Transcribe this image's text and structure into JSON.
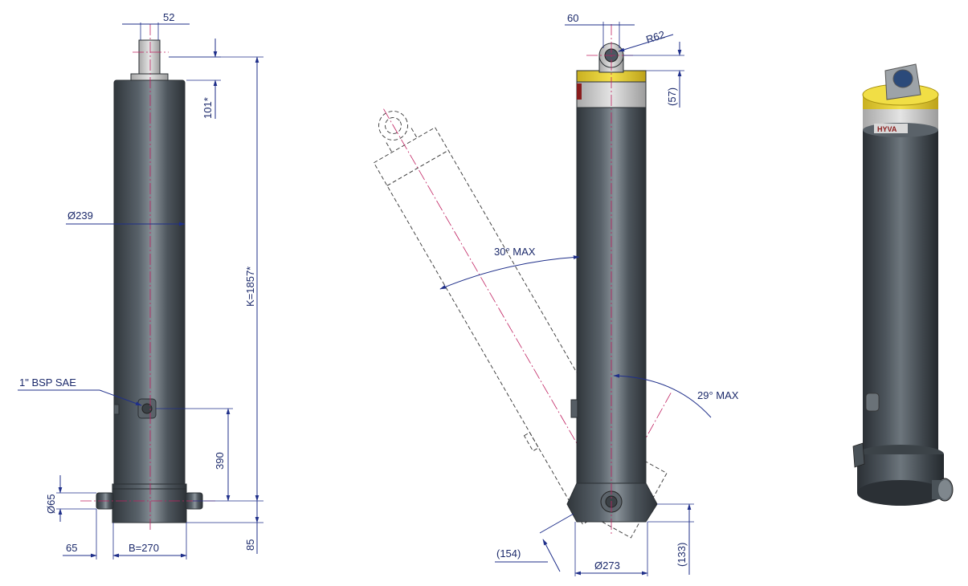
{
  "colors": {
    "body": "#4a5259",
    "body_highlight": "#7d868d",
    "body_shadow": "#30363b",
    "collar": "#e8d23a",
    "collar_band": "#c8c8c8",
    "dimension": "#1f2f8a",
    "centerline": "#c02060"
  },
  "front_view": {
    "rod_width": "52",
    "rod_extension": "101*",
    "diameter": "Ø239",
    "closed_length": "K=1857*",
    "port_label": "1\" BSP SAE",
    "port_height": "390",
    "trunnion_diameter": "Ø65",
    "trunnion_length": "65",
    "base_width": "B=270",
    "base_height": "85"
  },
  "side_view": {
    "eye_width": "60",
    "eye_radius": "R62",
    "eye_height": "(57)",
    "max_angle_forward": "30° MAX",
    "max_angle_back": "29° MAX",
    "swing_clearance": "(154)",
    "base_diameter": "Ø273",
    "base_height": "(133)"
  },
  "iso_view": {
    "brand": "HYVA"
  }
}
